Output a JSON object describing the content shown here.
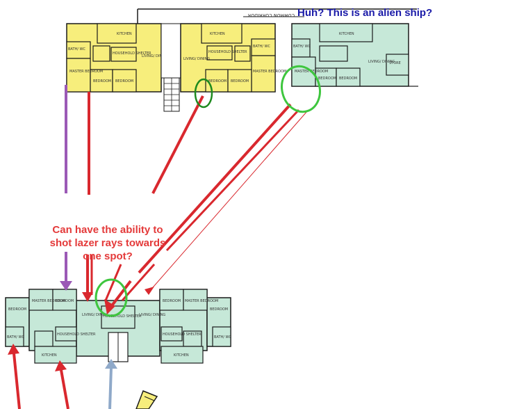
{
  "annotations": {
    "alien_ship": "Huh? This is an alien ship?",
    "lazer_lines": [
      "Can have the ability to",
      "shot lazer rays towards",
      "one spot?"
    ]
  },
  "plan_labels": {
    "corridor": "COMMON CORRIDOR",
    "kitchen": "KITCHEN",
    "living_dining": "LIVING/ DINING",
    "bedroom": "BEDROOM",
    "master_bedroom": "MASTER BEDROOM",
    "bath": "BATH/ WC",
    "shelter": "HOUSEHOLD SHELTER",
    "store": "STORE"
  },
  "colors": {
    "unit_yellow": "#f7ee7c",
    "unit_green": "#c6e8d8",
    "wall": "#1a1a1a",
    "arrow_red": "#d9282e",
    "arrow_purple": "#9b59b6",
    "arrow_steel": "#8fa9c9",
    "circle_green": "#3ec63e",
    "text_blue": "#1a1aa8",
    "text_red": "#e43a3a"
  }
}
